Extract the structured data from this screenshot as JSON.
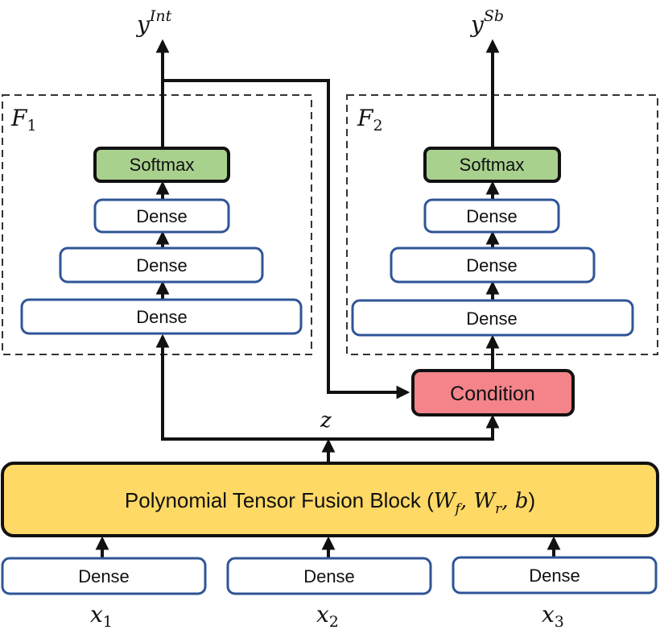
{
  "diagram": {
    "outputs": {
      "intent": {
        "base": "y",
        "sup": "Int"
      },
      "slot": {
        "base": "y",
        "sup": "Sb"
      }
    },
    "branches": [
      {
        "id": "F1",
        "label_base": "F",
        "label_sub": "1",
        "layers": [
          "Softmax",
          "Dense",
          "Dense",
          "Dense"
        ]
      },
      {
        "id": "F2",
        "label_base": "F",
        "label_sub": "2",
        "layers": [
          "Softmax",
          "Dense",
          "Dense",
          "Dense"
        ]
      }
    ],
    "condition": {
      "label": "Condition"
    },
    "latent": {
      "label": "z"
    },
    "fusion": {
      "label": "Polynomial Tensor Fusion Block",
      "params": [
        {
          "base": "W",
          "sub": "f"
        },
        {
          "base": "W",
          "sub": "r"
        },
        {
          "base": "b",
          "sub": ""
        }
      ]
    },
    "inputs": [
      {
        "layer": "Dense",
        "base": "x",
        "sub": "1"
      },
      {
        "layer": "Dense",
        "base": "x",
        "sub": "2"
      },
      {
        "layer": "Dense",
        "base": "x",
        "sub": "3"
      }
    ],
    "colors": {
      "softmax_fill": "#A9D18E",
      "dense_border": "#2F5597",
      "condition_fill": "#F4848A",
      "fusion_fill": "#FFD966",
      "line": "#111111"
    }
  }
}
